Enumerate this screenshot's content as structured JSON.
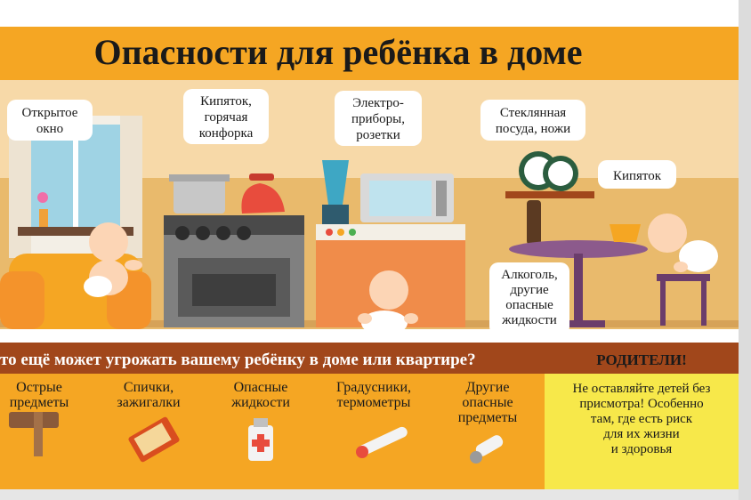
{
  "title": "Опасности для ребёнка в доме",
  "callouts": {
    "window": [
      "Открытое",
      "окно"
    ],
    "stove": [
      "Кипяток,",
      "горячая",
      "конфорка"
    ],
    "appliances": [
      "Электро-",
      "приборы,",
      "розетки"
    ],
    "glass": [
      "Стеклянная",
      "посуда, ножи"
    ],
    "boiling": [
      "Кипяток"
    ],
    "alcohol": [
      "Алкоголь,",
      "другие",
      "опасные",
      "жидкости"
    ]
  },
  "question_bar": "то ещё может угрожать вашему ребёнку в доме или квартире?",
  "parents_header": "РОДИТЕЛИ!",
  "categories": [
    {
      "lines": [
        "Острые",
        "предметы"
      ],
      "icon": "hammer-icon"
    },
    {
      "lines": [
        "Спички,",
        "зажигалки"
      ],
      "icon": "matchbox-icon"
    },
    {
      "lines": [
        "Опасные",
        "жидкости"
      ],
      "icon": "bottle-icon"
    },
    {
      "lines": [
        "Градусники,",
        "термометры"
      ],
      "icon": "thermometer-icon"
    },
    {
      "lines": [
        "Другие",
        "опасные",
        "предметы"
      ],
      "icon": "lightbulb-icon"
    }
  ],
  "parents_text": [
    "Не оставляйте детей без",
    "присмотра! Особенно",
    "там, где есть риск",
    "для их жизни",
    "и здоровья"
  ],
  "colors": {
    "orange": "#f5a623",
    "wall": "#f7d9a8",
    "floor": "#e9ba6c",
    "dark_bar": "#a1471b",
    "parents_yellow": "#f7e84a"
  }
}
